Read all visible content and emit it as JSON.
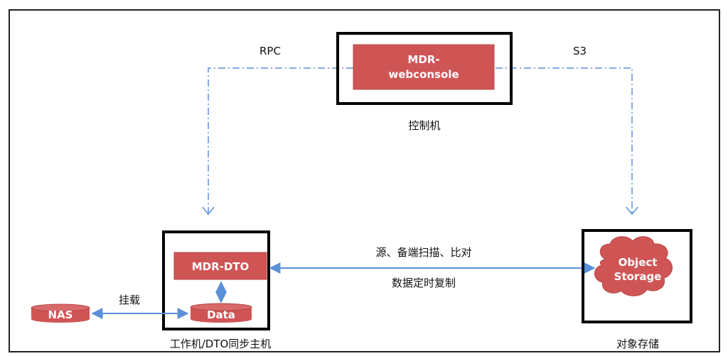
{
  "diagram": {
    "nodes": {
      "webconsole": {
        "line1": "MDR-",
        "line2": "webconsole"
      },
      "dto": {
        "label": "MDR-DTO"
      },
      "data": {
        "label": "Data"
      },
      "nas": {
        "label": "NAS"
      },
      "object_storage": {
        "line1": "Object",
        "line2": "Storage"
      }
    },
    "groups": {
      "control": {
        "caption": "控制机"
      },
      "worker": {
        "caption": "工作机/DTO同步主机"
      },
      "storage": {
        "caption": "对象存储"
      }
    },
    "edges": {
      "rpc": {
        "label": "RPC"
      },
      "s3": {
        "label": "S3"
      },
      "mount": {
        "label": "挂载"
      },
      "sync": {
        "line1": "源、备端扫描、比对",
        "line2": "数据定时复制"
      }
    },
    "colors": {
      "node_fill": "#cf5555",
      "node_stroke": "#b84444",
      "connector": "#5b8fd8",
      "frame": "#000000"
    }
  }
}
